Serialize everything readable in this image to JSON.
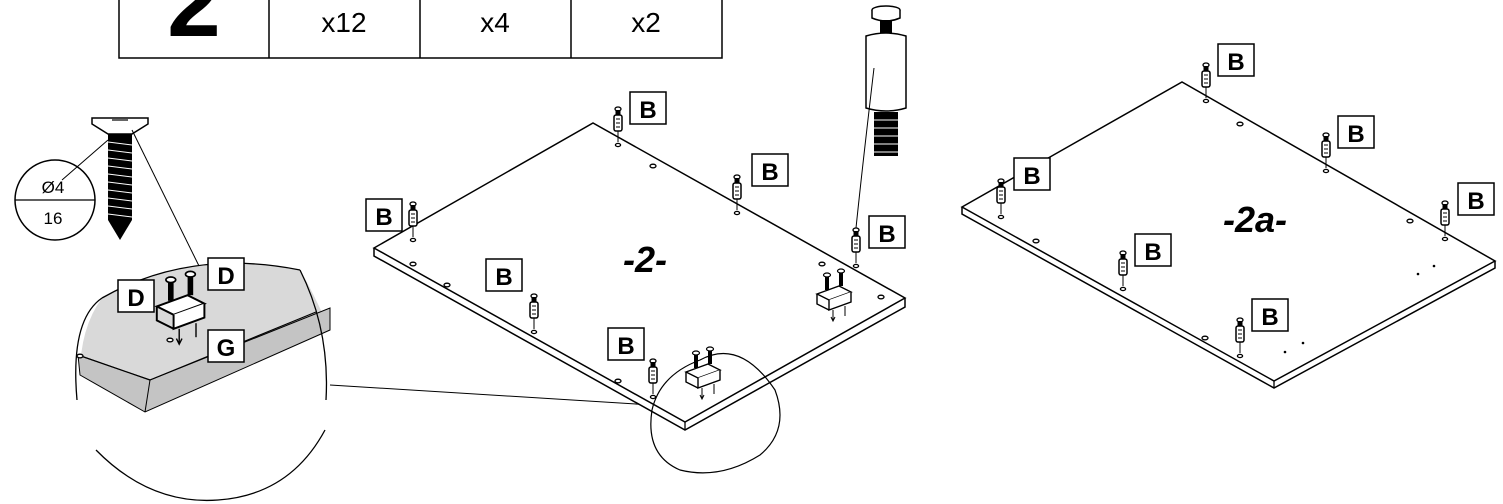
{
  "step": {
    "number": "2",
    "quantities": [
      "x12",
      "x4",
      "x2"
    ]
  },
  "screw_spec": {
    "diameter": "Ø4",
    "length": "16"
  },
  "panels": {
    "panel_main": "-2-",
    "panel_alt": "-2a-"
  },
  "part_labels": {
    "dowel": "B",
    "screw": "D",
    "bracket": "G"
  }
}
